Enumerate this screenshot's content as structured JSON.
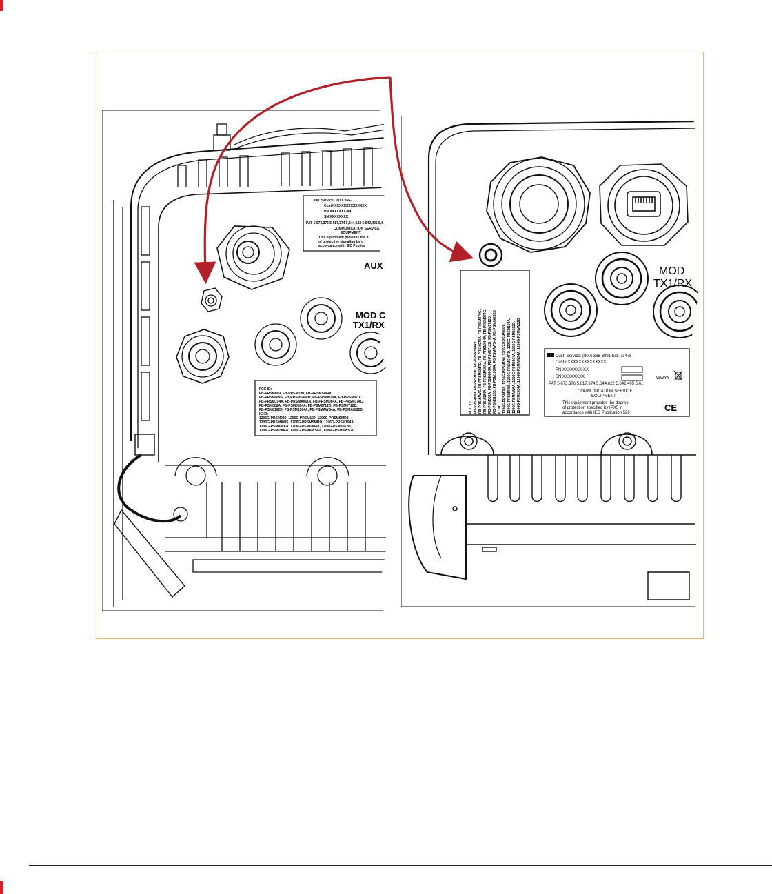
{
  "left_panel": {
    "aux_label": "AUX",
    "mod_label_line1": "MOD C",
    "mod_label_line2": "TX1/RX",
    "fcc_block_lines": [
      "FCC ID:",
      "FB-PRSM080, FB-PRSM190, FB-PRSMSMR8,",
      "FB-PRSMAWS, FB-PRSMSMRD, FB-PRSM070A, FB-PRSM070C,",
      "FB-PRSM194A, FB-PRSMAWAA, FB-PRSM084A, FB-PRSM074C,",
      "FB-PSM082A, FB-PSM0804A, FB-PSM0712D, FB-PSM0712D,",
      "FB-PSM8162D, FB-PSM1904A, FB-PSMAWS4A, FB-PSMAWS2D",
      "IC ID:",
      "1206G-PRSM080, 1206G-PRSM190, 1206G-PRSMSMR8,",
      "1206G-PRSMAWS, 1206G-PRSMSMRD, 1206G-PRSM194A,",
      "1206G-PSMAWAA, 1206G-PSM0804A, 1206G-PSM8162D,",
      "1206G-PSM1904A, 1206G-PSMAWS4A, 1206G-PSMAWS2D"
    ],
    "product_label_lines": [
      "Cust. Service: (800) 366-",
      "Cust# XXXXXXXXXXXXXX",
      "PN XXXXXXX-XX",
      "SN XXXXXXXX",
      "PAT 5,673,376 5,617,374 5,644,622 5,642,405 5,6",
      "COMMUNICATION SERVICE",
      "EQUIPMENT",
      "This equipment provides the d",
      "of protective signaling by o",
      "accordance with IEC Publica"
    ]
  },
  "right_panel": {
    "mod_label_line1": "MOD",
    "mod_label_line2": "TX1/RX",
    "product_label_lines": [
      "Cust. Service: (800) 366-3891 Ext. 73475",
      "Cust# XXXXXXXXXXXXXX",
      "PN XXXXXXX-XX",
      "SN XXXXXXXX",
      "PAT 5,673,376 5,617,374 5,644,622 5,642,405 5,6...",
      "COMMUNICATION SERVICE",
      "EQUIPMENT",
      "This equipment provides the degree",
      "of protection specified by IPX5 in",
      "accordance with IEC Publication 529"
    ],
    "date_code": "WWYY",
    "ce_mark": "CE",
    "fcc_block_lines": [
      "FCC ID:",
      "FB-PRSM080, FB-PRSM190, FB-PRSMSMR8,",
      "FB-PRSMAWS, FB-PRSMSMRD, FB-PRSM070A, FB-PRSM070C,",
      "FB-PRSM194A, FB-PRSMAWAA, FB-PRSM084A, FB-PRSM074C,",
      "FB-PSM082A, FB-PSM0804A, FB-PSM0712D, FB-PSM0712D,",
      "FB-PSM8162D, FB-PSM1904A, FB-PSMAWS4A, FB-PSMAWS2D",
      "IC ID:",
      "1206G-PRSM080, 1206G-PRSM190, 1206G-PRSMSMR8,",
      "1206G-PRSMAWS, 1206G-PRSMSMRD, 1206G-PRSM194A,",
      "1206G-PSMAWAA, 1206G-PSM0804A, 1206G-PSM8162D,",
      "1206G-PSM1904A, 1206G-PSMAWS4A, 1206G-PSMAWS2D"
    ]
  },
  "colors": {
    "arrow": "#b3202a",
    "frame_border": "#f3b36a",
    "margin_mark": "#d8202a",
    "line_art": "#111111"
  },
  "icons": [
    "te-logo-icon",
    "ce-mark-icon",
    "weee-bin-icon",
    "screw-icon",
    "ground-lug-icon",
    "n-connector-icon",
    "rj45-port-icon"
  ]
}
